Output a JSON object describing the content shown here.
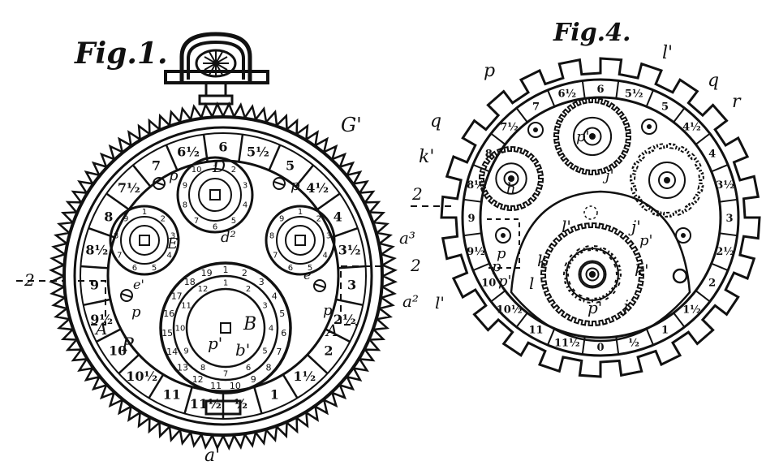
{
  "figures": {
    "fig1": {
      "title": "Fig.1.",
      "outer_ring": [
        "6",
        "5½",
        "5",
        "4½",
        "4",
        "3½",
        "3",
        "2½",
        "2",
        "1½",
        "1",
        "½",
        "11½",
        "11",
        "10½",
        "10",
        "9½",
        "9",
        "8½",
        "8",
        "7½",
        "7",
        "6½"
      ],
      "upper_subdial": [
        "1",
        "2",
        "3",
        "4",
        "5",
        "6",
        "7",
        "8",
        "9",
        "10"
      ],
      "left_subdial": [
        "1",
        "2",
        "3",
        "4",
        "5",
        "6",
        "7",
        "8",
        "9"
      ],
      "right_subdial": [
        "1",
        "2",
        "3",
        "4",
        "5",
        "6",
        "7",
        "8",
        "9"
      ],
      "large_subdial": [
        "1",
        "2",
        "3",
        "4",
        "5",
        "6",
        "7",
        "8",
        "9",
        "10",
        "11",
        "12",
        "13",
        "14",
        "15",
        "16",
        "17",
        "18",
        "19"
      ],
      "labels": {
        "G1": "G'",
        "D": "D",
        "E": "E",
        "P": "P",
        "B": "B",
        "A_left": "A",
        "A_right": "A",
        "a3": "a³",
        "a2": "a²",
        "a1": "a'",
        "d2": "d²",
        "b1": "b'",
        "p1": "p'",
        "p_upper_left": "p",
        "p_upper_right": "p",
        "p_left": "p",
        "p_right": "p",
        "e1": "e'",
        "e": "e",
        "two_left": "2",
        "two_right": "2"
      }
    },
    "fig4": {
      "title": "Fig.4.",
      "outer_ring": [
        "0",
        "½",
        "1",
        "1½",
        "2",
        "2½",
        "3",
        "3½",
        "4",
        "4½",
        "5",
        "5½",
        "6",
        "6½",
        "7",
        "7½",
        "8",
        "8½",
        "9",
        "9½",
        "10",
        "10½",
        "11",
        "11½"
      ],
      "labels": {
        "p_top": "p",
        "l1_top": "l'",
        "q_top": "q",
        "r": "r",
        "q_left": "q",
        "k1_left": "k'",
        "h": "h",
        "p1_upper": "p'",
        "j1": "j'",
        "l1_mid": "l'",
        "j1_right": "j'",
        "p_mid": "p",
        "p1_right": "p'",
        "k": "k",
        "k1": "k'",
        "p1_center": "p'",
        "j": "j",
        "l": "l",
        "p_left": "p",
        "p1_left": "p'",
        "l1_left": "l'",
        "two": "2"
      }
    }
  }
}
